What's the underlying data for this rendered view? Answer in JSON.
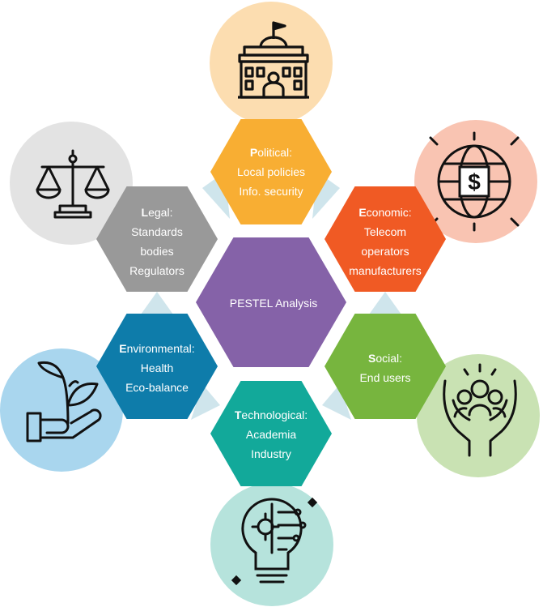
{
  "diagram": {
    "center": {
      "label": "PESTEL Analysis",
      "color": "#8562A8"
    },
    "factors": [
      {
        "key": "political",
        "initial": "P",
        "title_rest": "olitical:",
        "lines": [
          "Local policies",
          "Info. security"
        ],
        "color": "#F8AE33",
        "circle_color": "#FCDDB0",
        "icon": "government-building-icon"
      },
      {
        "key": "economic",
        "initial": "E",
        "title_rest": "conomic:",
        "lines": [
          "Telecom",
          "operators",
          "manufacturers"
        ],
        "color": "#F05A24",
        "circle_color": "#F9C4B2",
        "icon": "globe-dollar-icon"
      },
      {
        "key": "social",
        "initial": "S",
        "title_rest": "ocial:",
        "lines": [
          "End users"
        ],
        "color": "#77B53E",
        "circle_color": "#C9E2B3",
        "icon": "hands-people-icon"
      },
      {
        "key": "technological",
        "initial": "T",
        "title_rest": "echnological:",
        "lines": [
          "Academia",
          "Industry"
        ],
        "color": "#12A99A",
        "circle_color": "#B6E3DC",
        "icon": "lightbulb-gear-icon"
      },
      {
        "key": "environmental",
        "initial": "E",
        "title_rest": "nvironmental:",
        "lines": [
          "Health",
          "Eco-balance"
        ],
        "color": "#0E7CAA",
        "circle_color": "#A9D6EE",
        "icon": "hand-plant-icon"
      },
      {
        "key": "legal",
        "initial": "L",
        "title_rest": "egal:",
        "lines": [
          "Standards",
          "bodies",
          "Regulators"
        ],
        "color": "#999999",
        "circle_color": "#E3E3E3",
        "icon": "scales-icon"
      }
    ],
    "connector_color": "#CFE5EC"
  }
}
